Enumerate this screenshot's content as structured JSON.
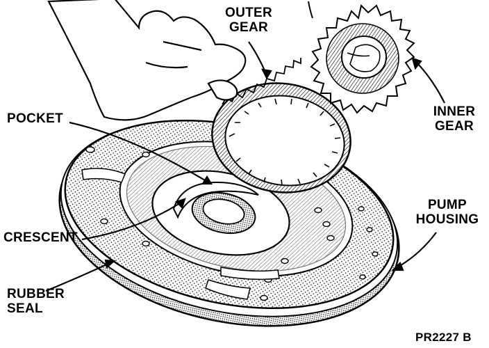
{
  "labels": {
    "outer_gear": [
      "OUTER",
      "GEAR"
    ],
    "inner_gear": [
      "INNER",
      "GEAR"
    ],
    "pocket": "POCKET",
    "pump_housing": [
      "PUMP",
      "HOUSING"
    ],
    "crescent": "CRESCENT",
    "rubber_seal": [
      "RUBBER",
      "SEAL"
    ],
    "figure_code": "PR2227 B"
  },
  "colors": {
    "ink": "#000000",
    "paper": "#ffffff",
    "shade": "#d9d9d9"
  }
}
